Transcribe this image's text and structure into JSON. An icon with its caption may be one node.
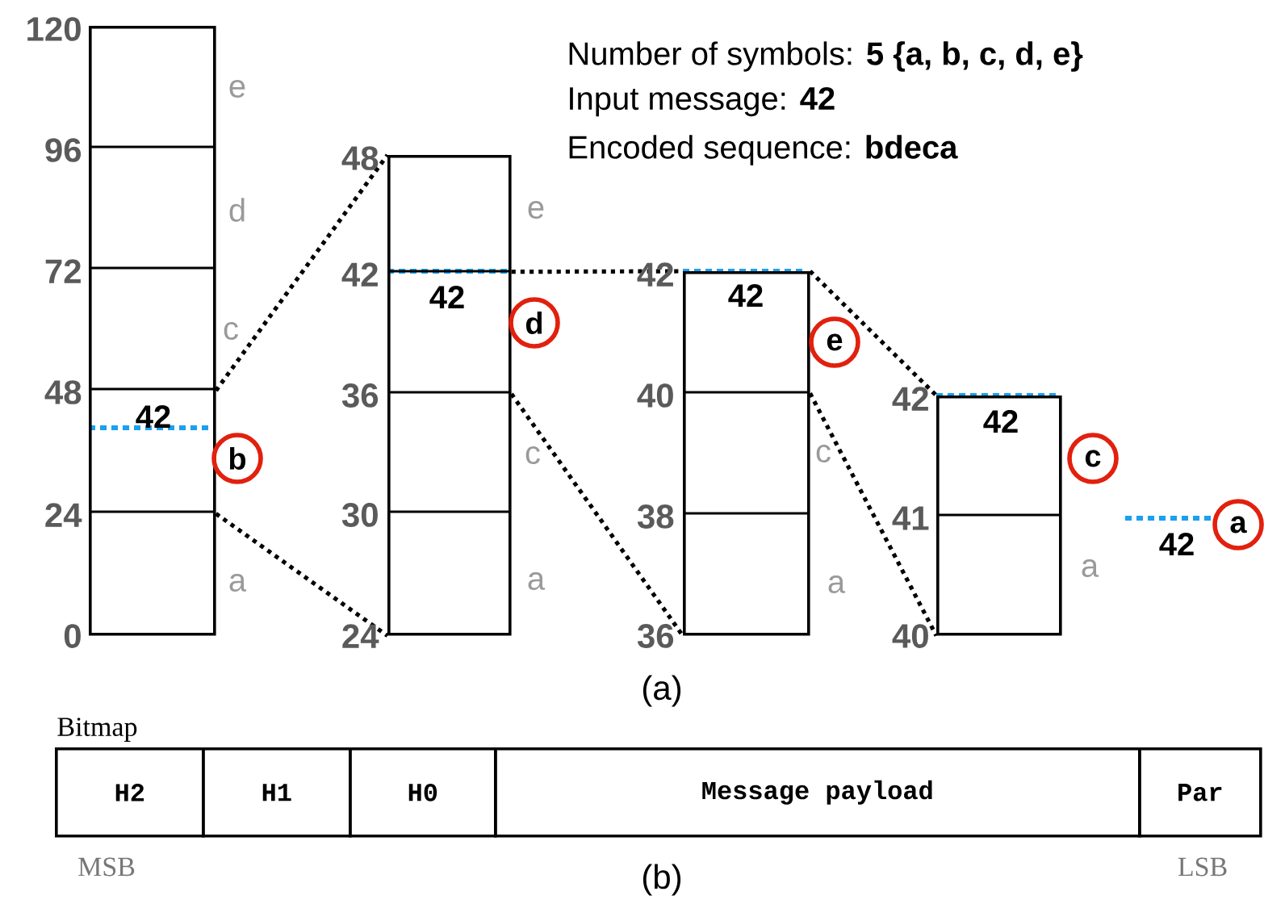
{
  "diagram": {
    "nodes": [
      {
        "text": [],
        "shape": "bar"
      },
      {
        "text": [],
        "shape": "bar"
      },
      {
        "text": [],
        "shape": "bar"
      },
      {
        "text": [],
        "shape": "bar"
      },
      {
        "text": [
          "b"
        ]
      },
      {
        "text": [
          "d"
        ]
      },
      {
        "text": [
          "e"
        ]
      },
      {
        "text": [
          "c"
        ]
      },
      {
        "text": [
          "a"
        ]
      },
      {
        "text": [
          "H2"
        ]
      },
      {
        "text": [
          "H1"
        ]
      },
      {
        "text": [
          "H0"
        ]
      },
      {
        "text": [
          "Message payload"
        ]
      },
      {
        "text": [
          "Par"
        ]
      }
    ],
    "edges": [
      {
        "from": 0,
        "to": 1,
        "arrow": "none",
        "style": "dashed"
      },
      {
        "from": 0,
        "to": 1,
        "arrow": "none",
        "style": "dashed"
      },
      {
        "from": 1,
        "to": 2,
        "arrow": "none",
        "style": "dashed"
      },
      {
        "from": 1,
        "to": 2,
        "arrow": "none",
        "style": "dashed"
      },
      {
        "from": 2,
        "to": 3,
        "arrow": "none",
        "style": "dashed"
      },
      {
        "from": 2,
        "to": 3,
        "arrow": "none",
        "style": "dashed"
      }
    ],
    "labels": [
      "Number of symbols: **5 {a, b, c, d, e}**",
      "Input message: **42**",
      "Encoded sequence: **bdeca**",
      "120",
      "96",
      "72",
      "48",
      "24",
      "0",
      "e",
      "d",
      "c",
      "a",
      "42",
      "48",
      "42",
      "36",
      "30",
      "24",
      "e",
      "c",
      "a",
      "42",
      "42",
      "40",
      "38",
      "36",
      "c",
      "a",
      "42",
      "42",
      "41",
      "40",
      "a",
      "42",
      "42",
      "(a)",
      "Bitmap",
      "MSB",
      "LSB",
      "(b)"
    ]
  }
}
